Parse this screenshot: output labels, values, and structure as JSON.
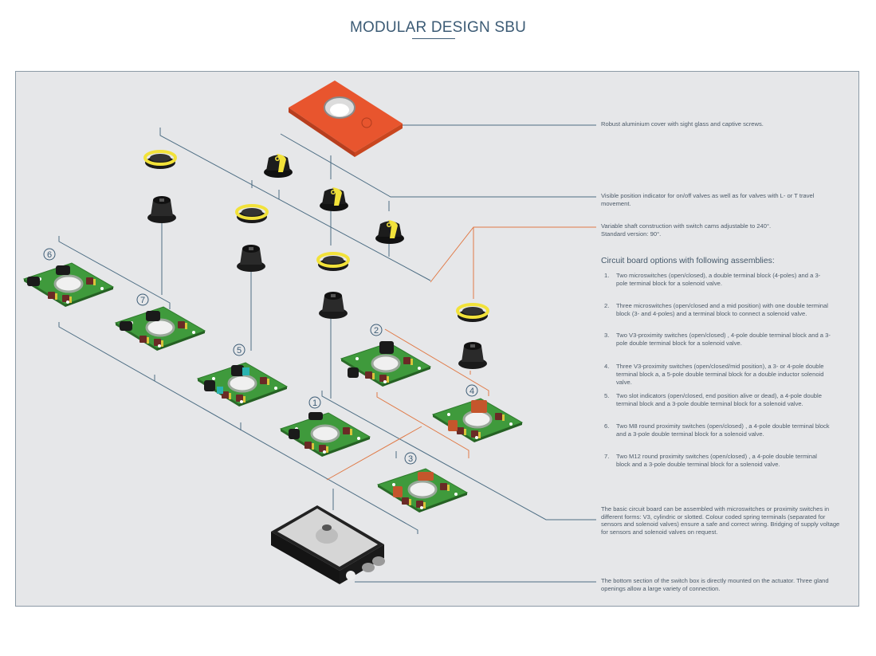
{
  "title": "MODULAR DESIGN SBU",
  "colors": {
    "title": "#3c5b75",
    "panel_bg": "#e6e7e9",
    "panel_border": "#8c9aa6",
    "leader_blue": "#4e6e84",
    "leader_orange": "#e07a47",
    "cover_orange": "#e8552e",
    "pcb_green": "#3f9a3c",
    "indicator_yellow": "#f2e23a"
  },
  "callouts": {
    "cover": "Robust aluminium cover with sight glass and captive screws.",
    "indicator": "Visible position indicator for on/off valves as well as for valves with L- or T travel movement.",
    "shaft_line1": "Variable shaft construction with switch cams adjustable to 240°.",
    "shaft_line2": "Standard version: 90°.",
    "basic_board": "The basic circuit board can be assembled with microswitches or proximity switches in different forms: V3, cylindric or slotted. Colour coded spring terminals (separated for sensors and solenoid valves) ensure a safe and correct wiring. Bridging of supply voltage for sensors and solenoid valves on request.",
    "bottom": "The bottom section of the switch box is directly mounted on the actuator. Three gland openings allow a large variety of connection."
  },
  "options": {
    "heading": "Circuit board options with following assemblies:",
    "items": [
      {
        "num": "1.",
        "text": "Two microswitches (open/closed), a double terminal block (4-poles) and a 3-pole terminal block for a solenoid valve."
      },
      {
        "num": "2.",
        "text": "Three microswitches (open/closed and a mid position) with one double terminal block (3- and 4-poles) and a terminal block to connect a solenoid valve."
      },
      {
        "num": "3.",
        "text": "Two V3-proximity switches (open/closed) , 4-pole double terminal block and a 3-pole double terminal block for a solenoid valve."
      },
      {
        "num": "4.",
        "text": "Three V3-proximity switches (open/closed/mid position), a 3- or 4-pole double terminal block a, a 5-pole double terminal block for a double inductor solenoid valve."
      },
      {
        "num": "5.",
        "text": "Two slot indicators (open/closed, end position alive or dead), a 4-pole double terminal block and a 3-pole double terminal block for a solenoid valve."
      },
      {
        "num": "6.",
        "text": "Two M8 round proximity switches (open/closed) , a 4-pole double terminal block and a 3-pole double terminal block for a solenoid valve."
      },
      {
        "num": "7.",
        "text": "Two M12 round proximity switches (open/closed) , a 4-pole double terminal block and a 3-pole double terminal block for a solenoid valve."
      }
    ]
  },
  "board_labels": [
    "1",
    "2",
    "3",
    "4",
    "5",
    "6",
    "7"
  ],
  "components": [
    {
      "id": "cover",
      "name": "Aluminium cover with sight glass"
    },
    {
      "id": "indicators",
      "name": "Position indicators"
    },
    {
      "id": "shafts",
      "name": "Shaft with switch cams"
    },
    {
      "id": "boards",
      "name": "Circuit boards 1–7"
    },
    {
      "id": "bottom",
      "name": "Bottom section with gland openings"
    }
  ]
}
